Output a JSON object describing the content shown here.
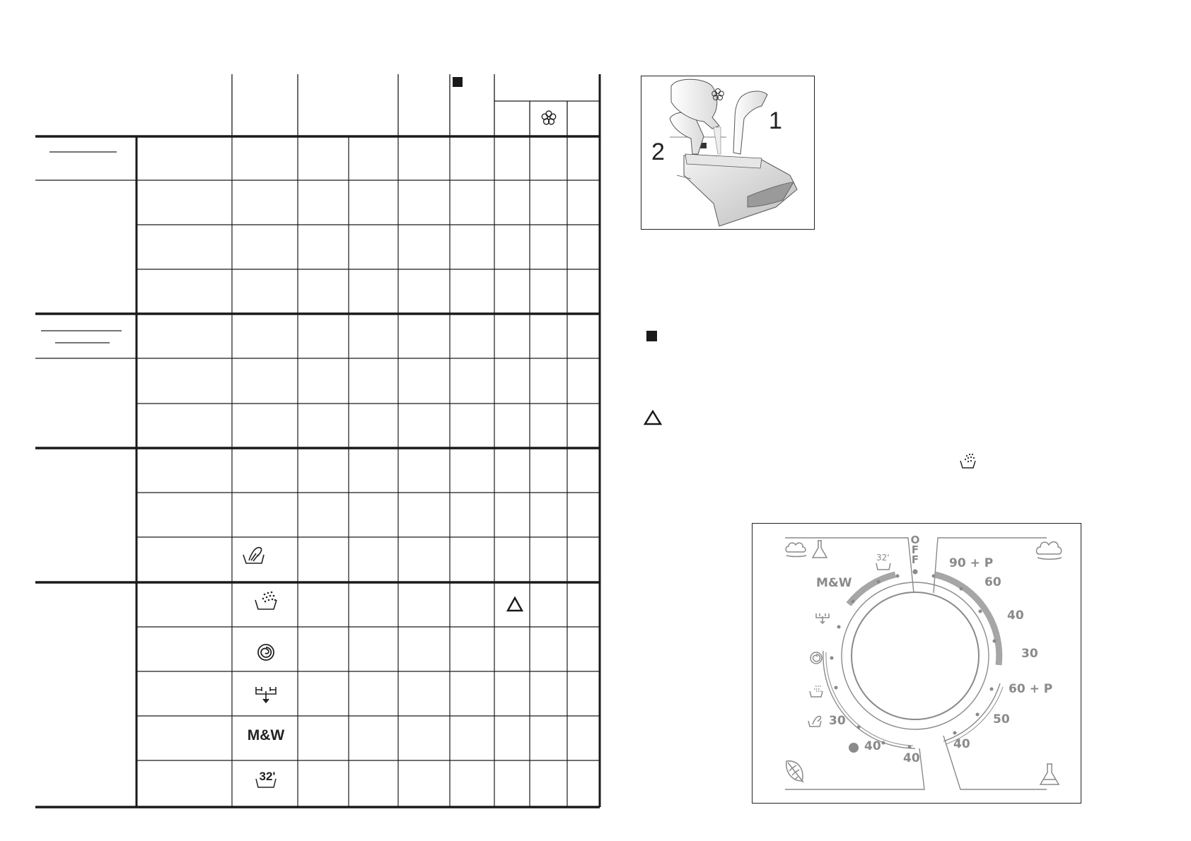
{
  "table": {
    "cells": [
      {
        "id": "rinse-row",
        "row": 11,
        "icon": "rinse-icon"
      },
      {
        "id": "spin-row",
        "row": 12,
        "icon": "spin-icon"
      },
      {
        "id": "drain-row",
        "row": 13,
        "icon": "drain-icon"
      },
      {
        "id": "mw-row",
        "row": 14,
        "label": "M&W"
      },
      {
        "id": "quick-row",
        "row": 15,
        "label": "32'"
      }
    ],
    "markers": {
      "square_in_header": true,
      "triangle_in_rinse_row": true
    }
  },
  "illustration": {
    "label_1": "1",
    "label_2": "2"
  },
  "legend": {
    "square_icon": "black-square-icon",
    "triangle_icon": "triangle-outline-icon",
    "rinse_icon": "rinse-icon"
  },
  "dial": {
    "off_label": "OFF",
    "mw_label": "M&W",
    "quick_label": "32'",
    "cotton_temps": [
      "90 + P",
      "60",
      "40",
      "30"
    ],
    "synthetic_temps": [
      "60 + P",
      "50",
      "40"
    ],
    "delicate_temps": [
      "30",
      "40",
      "40"
    ],
    "colors": {
      "primary_arc": "#a6a6a6",
      "line": "#8a8a8a"
    }
  }
}
